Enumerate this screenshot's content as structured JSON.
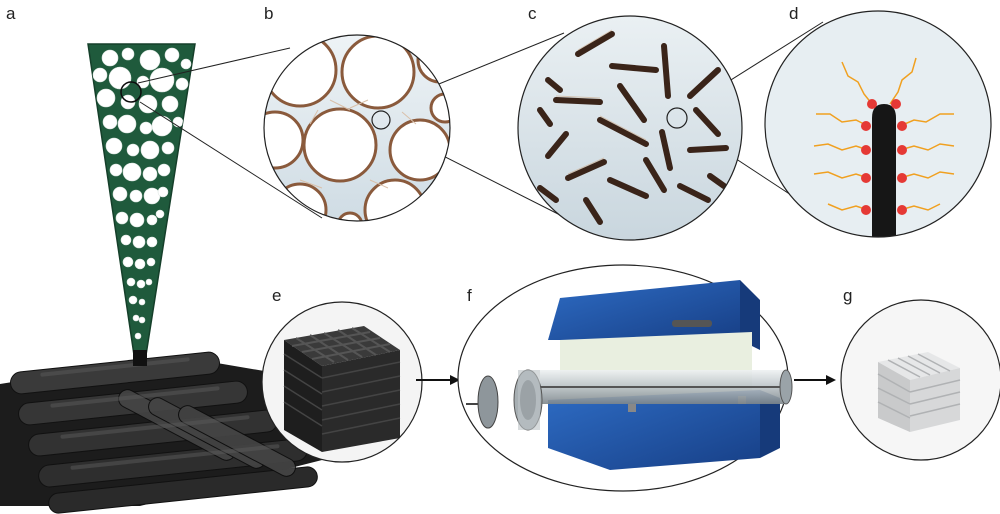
{
  "panels": [
    {
      "id": "a",
      "label": "a"
    },
    {
      "id": "b",
      "label": "b"
    },
    {
      "id": "c",
      "label": "c"
    },
    {
      "id": "d",
      "label": "d"
    },
    {
      "id": "e",
      "label": "e"
    },
    {
      "id": "f",
      "label": "f"
    },
    {
      "id": "g",
      "label": "g"
    }
  ],
  "colors": {
    "nozzle": "#1f5a3c",
    "printed_lattice": "#2b2b2b",
    "furnace_body": "#1f4fa0",
    "furnace_liner": "#e9efe0",
    "fiber": "#3a2419",
    "ligand_head": "#e53935",
    "ligand_tail": "#f0a020",
    "sintered_cube": "#d9dadb",
    "zoom_background": "#dde6ec"
  },
  "icons": [
    "arrow-right-icon",
    "arrow-right-icon"
  ]
}
